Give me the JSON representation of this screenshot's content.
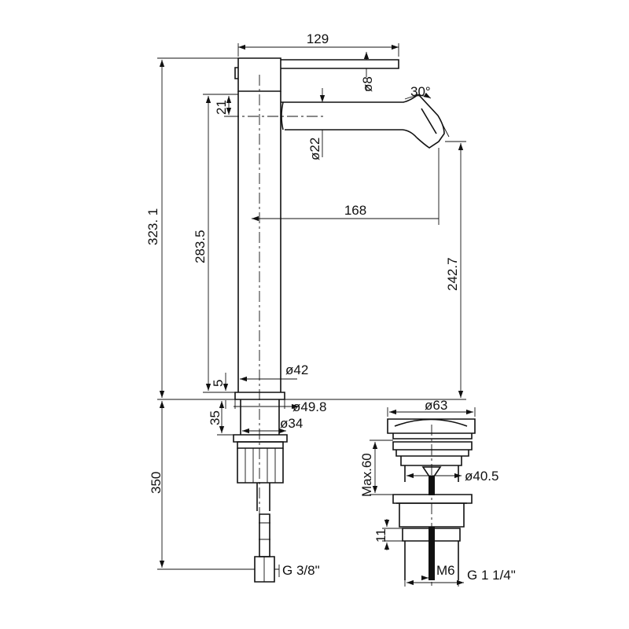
{
  "dimensions": {
    "handle_length": "129",
    "handle_diameter": "ø8",
    "spout_angle": "30°",
    "spout_offset": "21",
    "spout_diameter": "ø22",
    "total_height": "323. 1",
    "spout_height": "283.5",
    "spout_reach": "168",
    "outlet_height": "242.7",
    "body_diameter": "ø42",
    "base_thickness": "5",
    "base_diameter": "ø49.8",
    "shank_height": "35",
    "shank_diameter": "ø34",
    "hose_length": "350",
    "hose_thread": "G 3/8\"",
    "waste_cap_diameter": "ø63",
    "waste_max_height": "Max.60",
    "waste_body_diameter": "ø40.5",
    "waste_nut_height": "11",
    "waste_rod_thread": "M6",
    "waste_thread": "G 1 1/4\""
  }
}
